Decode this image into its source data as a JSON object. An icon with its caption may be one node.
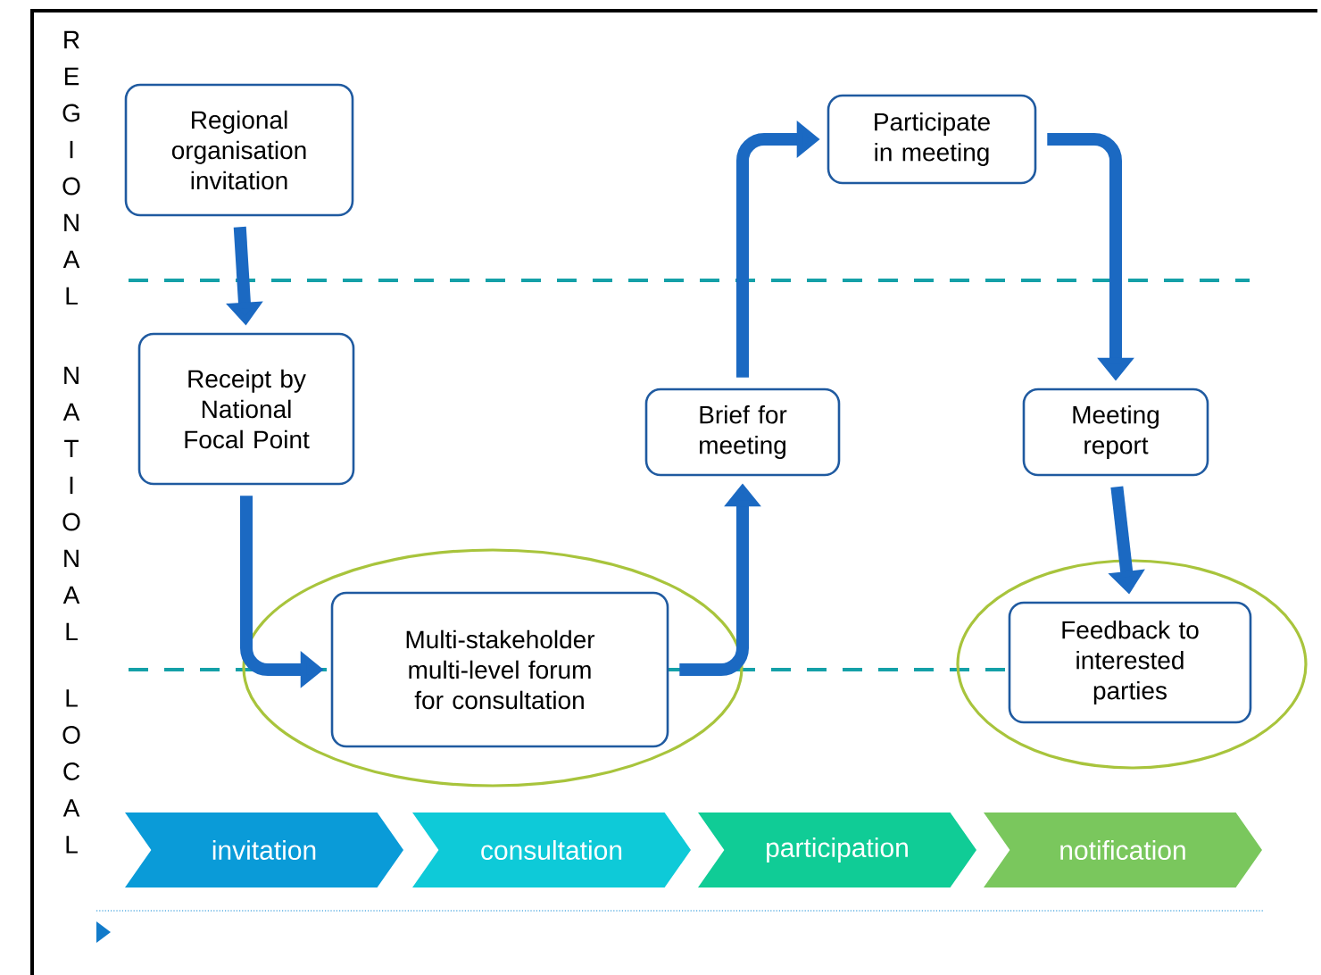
{
  "diagram": {
    "nodes": [
      {
        "text": [
          "Regional organisation invitation"
        ]
      },
      {
        "text": [
          "Receipt by National Focal Point"
        ]
      },
      {
        "text": [],
        "shape": "ellipse"
      },
      {
        "text": [
          "Multi-stakeholder multi-level forum for consultation"
        ],
        "in": 2
      },
      {
        "text": [
          "Brief for meeting"
        ]
      },
      {
        "text": [
          "Participate in meeting"
        ]
      },
      {
        "text": [
          "Meeting report"
        ]
      },
      {
        "text": [],
        "shape": "ellipse"
      },
      {
        "text": [
          "Feedback to interested parties"
        ],
        "in": 7
      },
      {
        "text": [
          "invitation"
        ]
      },
      {
        "text": [
          "consultation"
        ]
      },
      {
        "text": [
          "participation"
        ]
      },
      {
        "text": [
          "notification"
        ]
      }
    ],
    "edges": [
      {
        "from": 0,
        "to": 1,
        "arrow": "to"
      },
      {
        "from": 1,
        "to": 3,
        "arrow": "to"
      },
      {
        "from": 3,
        "to": 4,
        "arrow": "to"
      },
      {
        "from": 4,
        "to": 5,
        "arrow": "to"
      },
      {
        "from": 5,
        "to": 6,
        "arrow": "to"
      },
      {
        "from": 6,
        "to": 8,
        "arrow": "to"
      }
    ],
    "labels": [
      "REGIONAL",
      "NATIONAL",
      "LOCAL"
    ]
  }
}
